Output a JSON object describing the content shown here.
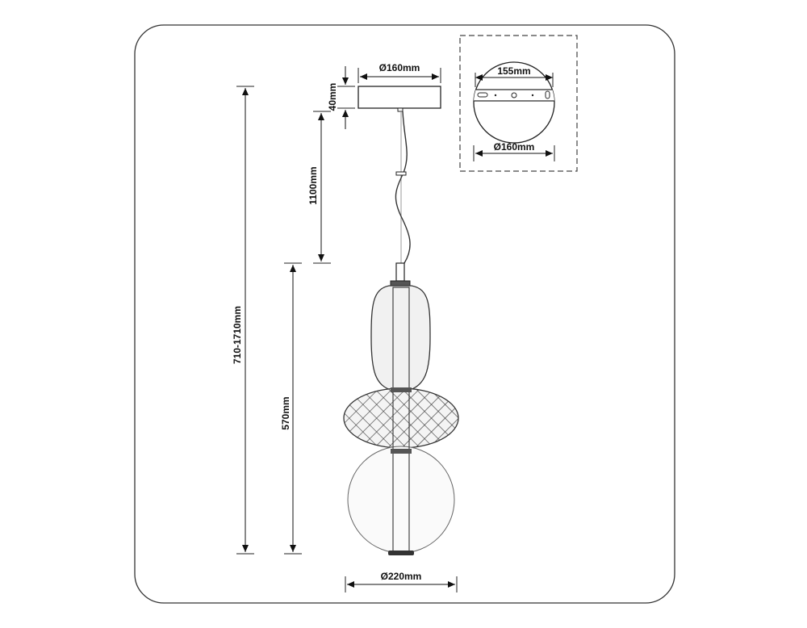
{
  "dimensions": {
    "canopy_diameter": "Ø160mm",
    "canopy_height": "40mm",
    "cable_length": "1100mm",
    "total_height": "710-1710mm",
    "body_height": "570mm",
    "shade_diameter": "Ø220mm"
  },
  "detail": {
    "bracket_width": "155mm",
    "plate_diameter": "Ø160mm"
  }
}
